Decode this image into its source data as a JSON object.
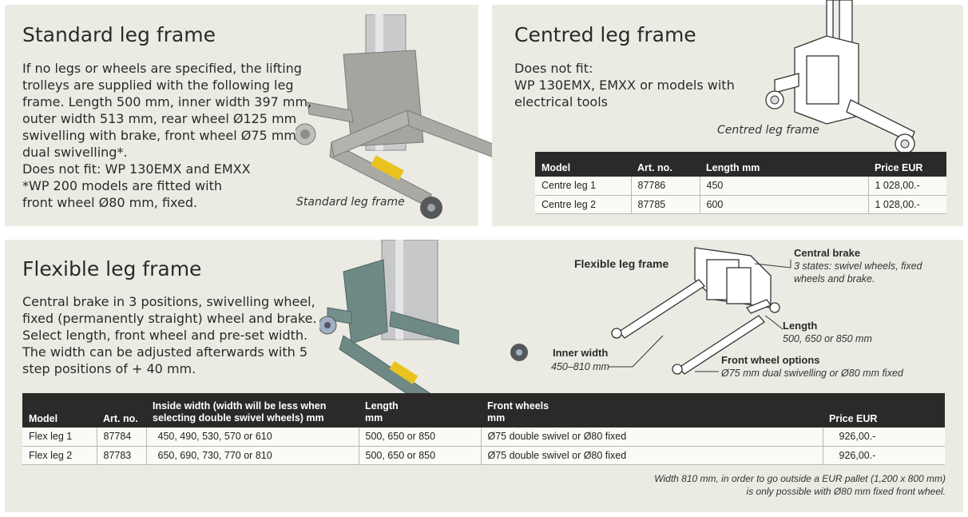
{
  "standard": {
    "title": "Standard leg frame",
    "lines": [
      "If no legs or wheels are specified, the lifting",
      "trolleys are supplied with the following leg",
      "frame. Length 500 mm, inner width 397 mm,",
      "outer width 513 mm, rear wheel Ø125 mm",
      "swivelling with brake, front wheel Ø75 mm",
      "dual swivelling*.",
      "Does not fit: WP 130EMX and EMXX",
      "*WP 200 models are fitted with",
      "front wheel Ø80 mm, fixed."
    ],
    "caption": "Standard leg frame"
  },
  "centred": {
    "title": "Centred leg frame",
    "lines": [
      "Does not fit:",
      "WP 130EMX, EMXX or models with",
      "electrical tools"
    ],
    "caption": "Centred leg frame",
    "table": {
      "headers": [
        "Model",
        "Art. no.",
        "Length mm",
        "Price EUR"
      ],
      "rows": [
        [
          "Centre leg 1",
          "87786",
          "450",
          "1 028,00.-"
        ],
        [
          "Centre leg 2",
          "87785",
          "600",
          "1 028,00.-"
        ]
      ]
    }
  },
  "flexible": {
    "title": "Flexible leg frame",
    "lines": [
      "Central brake in 3 positions, swivelling wheel,",
      "fixed (permanently straight) wheel and brake.",
      "Select length, front wheel and pre-set width.",
      "The width can be adjusted afterwards with 5",
      "step positions of + 40 mm."
    ],
    "diagram": {
      "label": "Flexible leg frame",
      "central_brake_title": "Central brake",
      "central_brake_text": [
        "3 states: swivel wheels, fixed",
        "wheels and brake."
      ],
      "length_title": "Length",
      "length_text": "500, 650 or 850 mm",
      "inner_width_title": "Inner width",
      "inner_width_text": "450–810 mm",
      "front_wheel_title": "Front wheel options",
      "front_wheel_text": "Ø75 mm dual swivelling or Ø80 mm fixed"
    },
    "table": {
      "headers": [
        [
          "Model"
        ],
        [
          "Art. no."
        ],
        [
          "Inside width (width will be less when",
          "selecting double swivel wheels) mm"
        ],
        [
          "Length",
          "mm"
        ],
        [
          "Front wheels",
          "mm"
        ],
        [
          "Price EUR"
        ]
      ],
      "rows": [
        [
          "Flex leg 1",
          "87784",
          "450, 490, 530, 570 or 610",
          "500, 650 or 850",
          "Ø75 double swivel or Ø80 fixed",
          "926,00.-"
        ],
        [
          "Flex leg 2",
          "87783",
          "650, 690, 730, 770 or 810",
          "500, 650 or 850",
          "Ø75 double swivel or Ø80 fixed",
          "926,00.-"
        ]
      ]
    },
    "note": [
      "Width 810 mm, in order to go outside a EUR pallet (1,200 x 800 mm)",
      "is only possible with Ø80 mm fixed front wheel."
    ]
  },
  "colors": {
    "panel_bg": "#ecebe3",
    "table_header_bg": "#2b2a28",
    "frame_grey": "#9c9c98",
    "frame_teal": "#6f8a86"
  }
}
